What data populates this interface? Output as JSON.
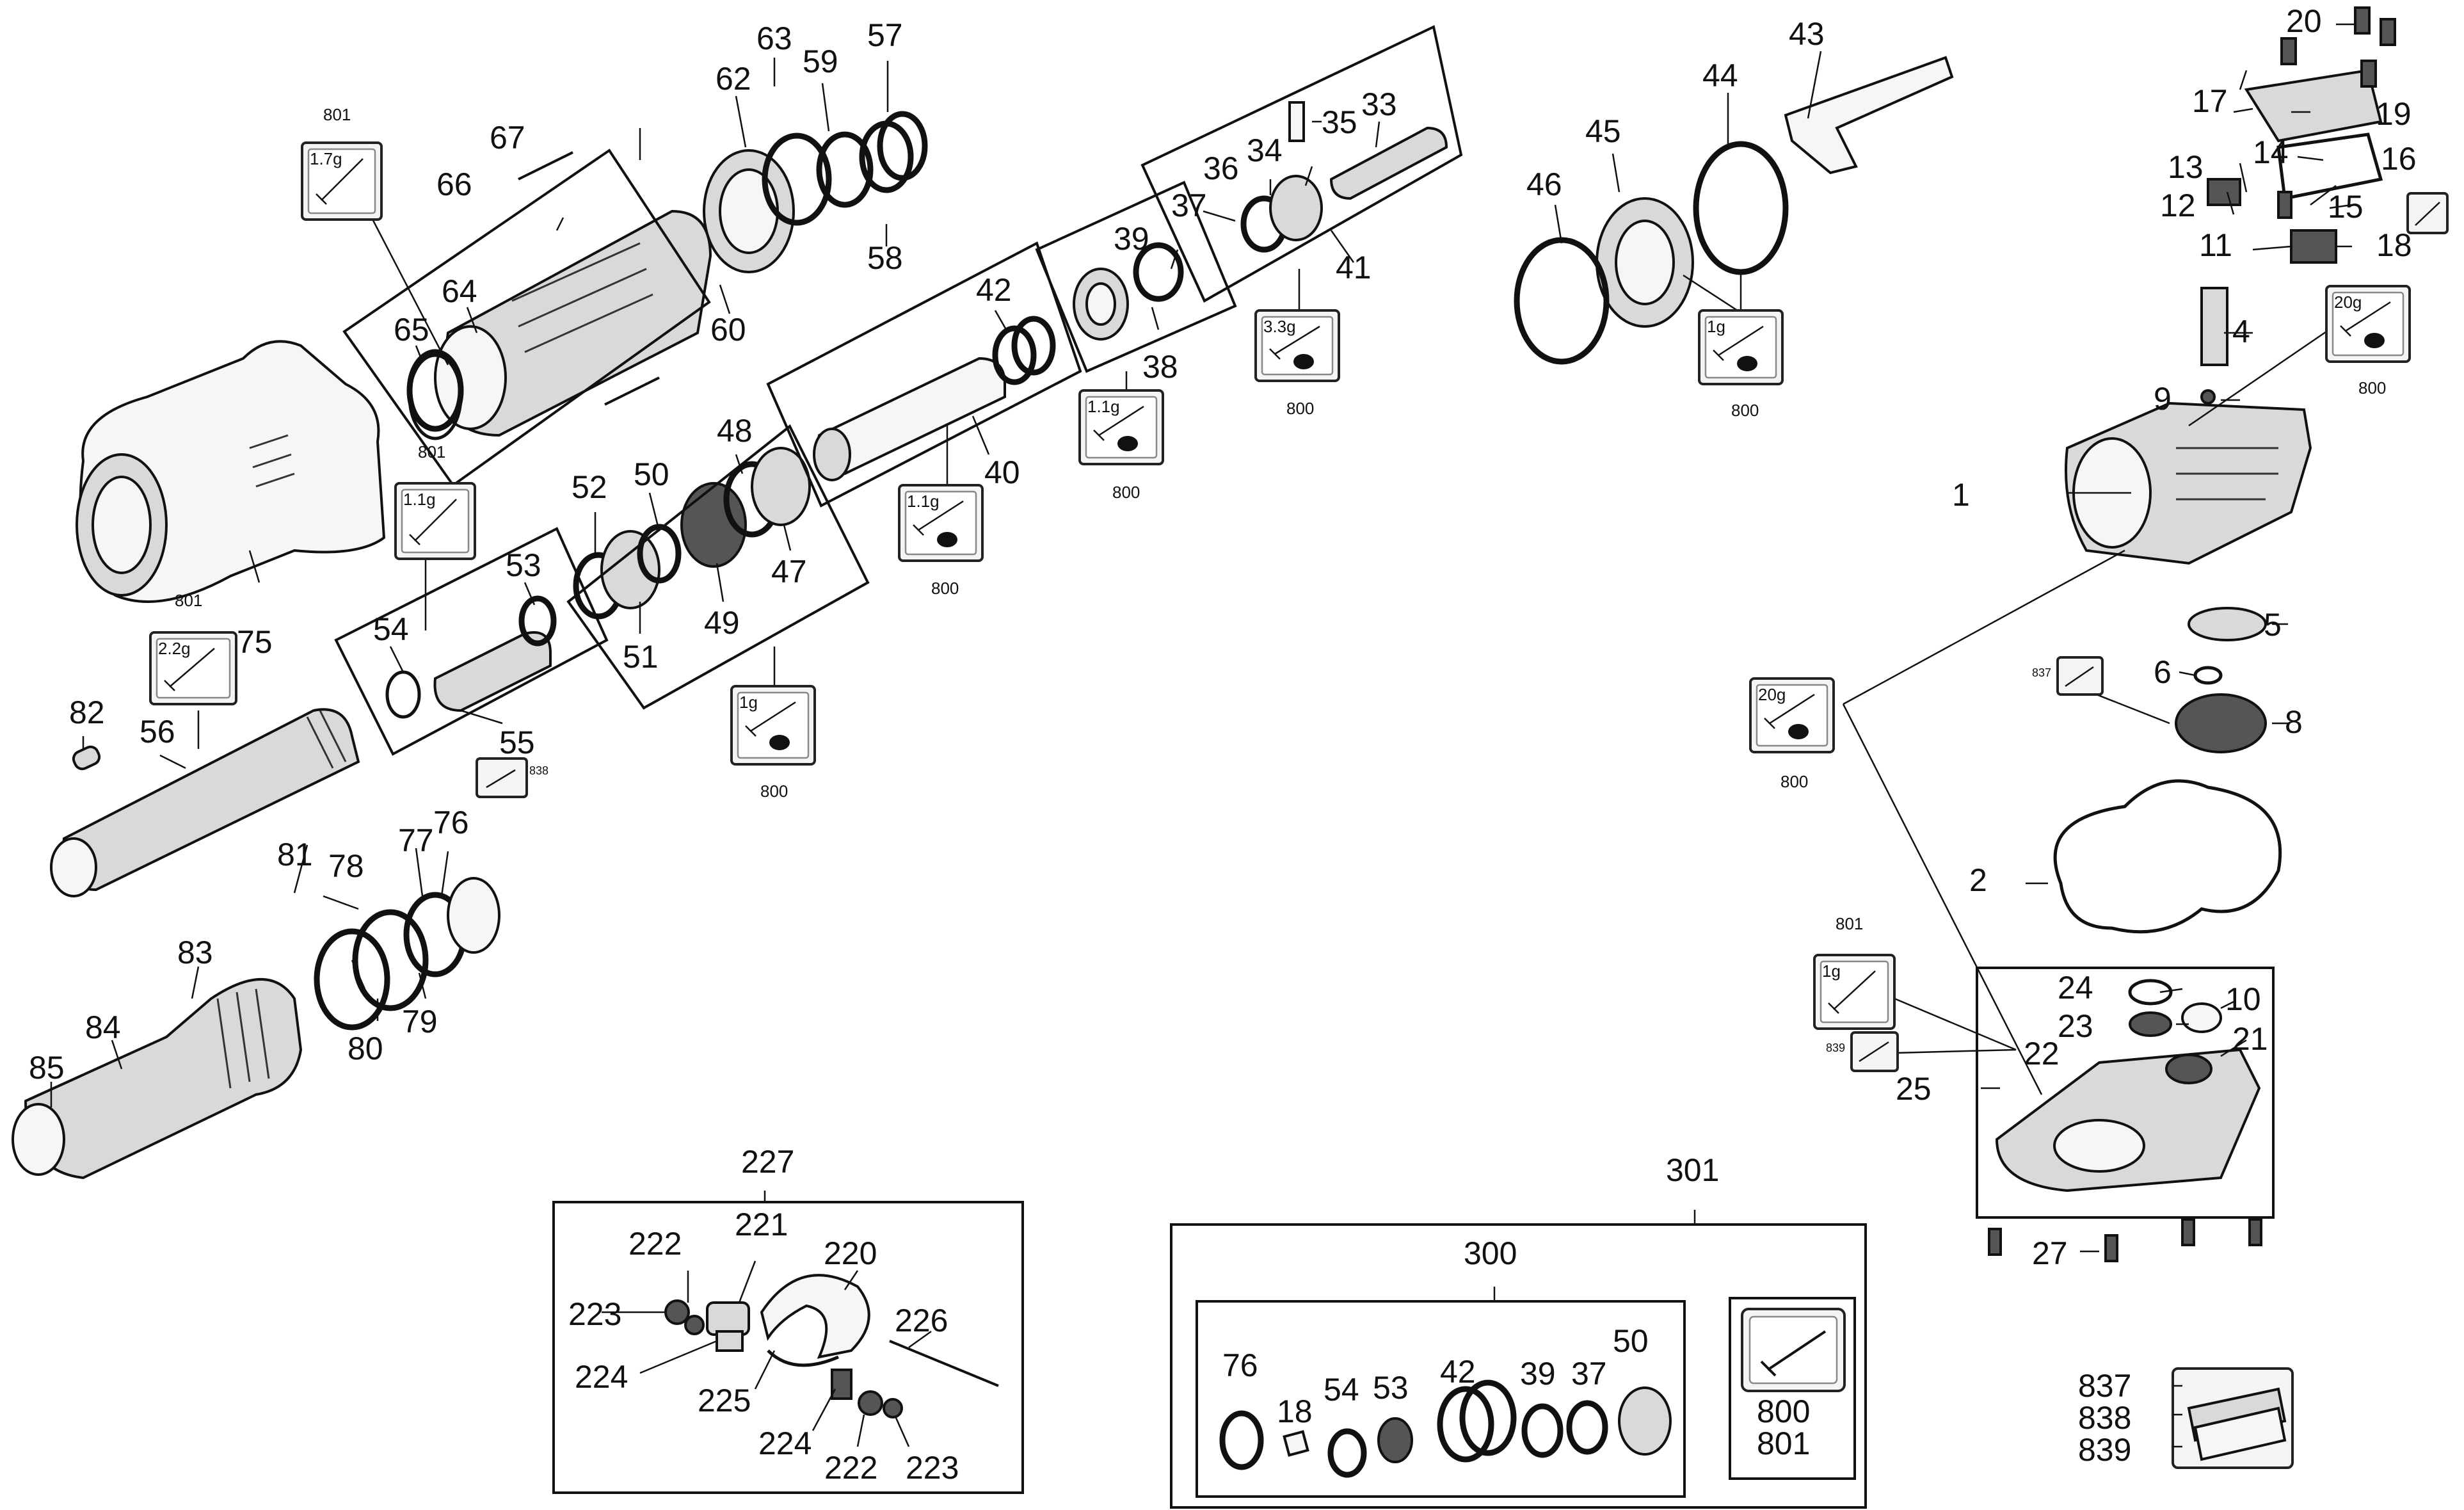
{
  "diagram": {
    "labels": {
      "l1": "1",
      "l2": "2",
      "l4": "4",
      "l5": "5",
      "l6": "6",
      "l8": "8",
      "l9": "9",
      "l10": "10",
      "l11": "11",
      "l12": "12",
      "l13": "13",
      "l14": "14",
      "l15": "15",
      "l16": "16",
      "l17": "17",
      "l18": "18",
      "l19": "19",
      "l20": "20",
      "l21": "21",
      "l22": "22",
      "l23": "23",
      "l24": "24",
      "l25": "25",
      "l27": "27",
      "l33": "33",
      "l34": "34",
      "l35": "35",
      "l36": "36",
      "l37": "37",
      "l38": "38",
      "l39": "39",
      "l40": "40",
      "l41": "41",
      "l42": "42",
      "l43": "43",
      "l44": "44",
      "l45": "45",
      "l46": "46",
      "l47": "47",
      "l48": "48",
      "l49": "49",
      "l50": "50",
      "l51": "51",
      "l52": "52",
      "l53": "53",
      "l54": "54",
      "l55": "55",
      "l56": "56",
      "l57": "57",
      "l58": "58",
      "l59": "59",
      "l60": "60",
      "l62": "62",
      "l63": "63",
      "l64": "64",
      "l65": "65",
      "l66": "66",
      "l67": "67",
      "l75": "75",
      "l76": "76",
      "l77": "77",
      "l78": "78",
      "l79": "79",
      "l80": "80",
      "l81": "81",
      "l82": "82",
      "l83": "83",
      "l84": "84",
      "l85": "85",
      "l227": "227",
      "l220": "220",
      "l221": "221",
      "l222a": "222",
      "l223a": "223",
      "l224a": "224",
      "l225": "225",
      "l226": "226",
      "l224b": "224",
      "l222b": "222",
      "l223b": "223",
      "l301": "301",
      "l300": "300",
      "l76b": "76",
      "l18b": "18",
      "l54b": "54",
      "l53b": "53",
      "l42b": "42",
      "l39b": "39",
      "l37b": "37",
      "l50b": "50",
      "l800": "800",
      "l801": "801",
      "l837": "837",
      "l838": "838",
      "l839": "839"
    },
    "grease": {
      "g1": {
        "amount": "1.7g",
        "ref": "801"
      },
      "g2": {
        "amount": "1.1g",
        "ref": "801"
      },
      "g3": {
        "amount": "2.2g",
        "ref": "801"
      },
      "g4": {
        "amount": "",
        "ref": "838"
      },
      "g5": {
        "amount": "1g",
        "ref": "800"
      },
      "g6": {
        "amount": "1.1g",
        "ref": "800"
      },
      "g7": {
        "amount": "1.1g",
        "ref": "800"
      },
      "g8": {
        "amount": "3.3g",
        "ref": "800"
      },
      "g9": {
        "amount": "1g",
        "ref": "800"
      },
      "g10": {
        "amount": "20g",
        "ref": "800"
      },
      "g11": {
        "amount": "",
        "ref": ""
      },
      "g12": {
        "amount": "",
        "ref": "837"
      },
      "g13": {
        "amount": "20g",
        "ref": "800"
      },
      "g14": {
        "amount": "1g",
        "ref": "801"
      },
      "g15": {
        "amount": "",
        "ref": "839"
      }
    }
  }
}
